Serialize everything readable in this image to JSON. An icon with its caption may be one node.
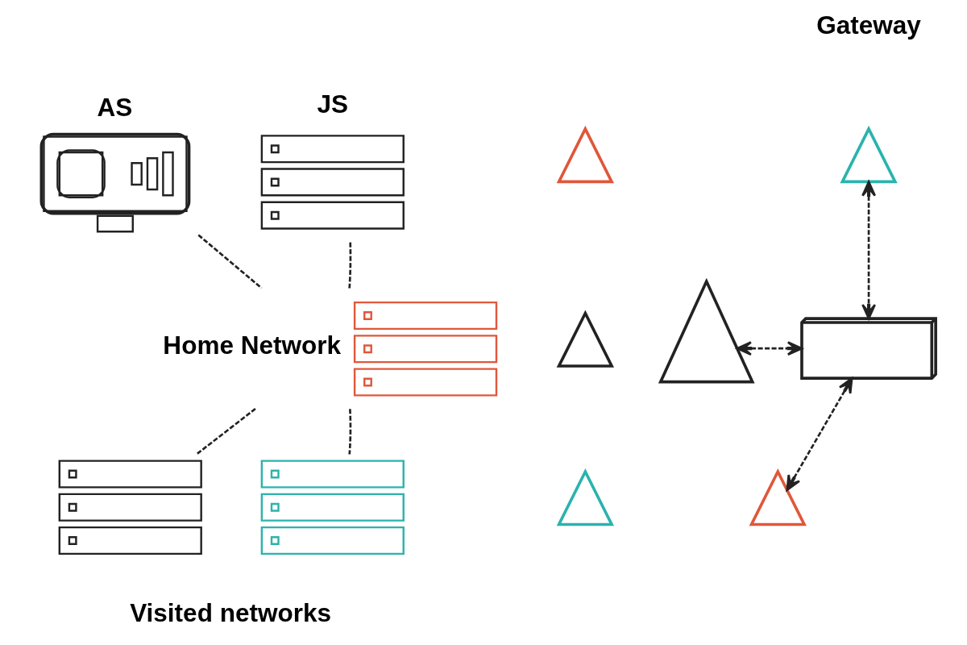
{
  "diagram": {
    "nodes": [
      {
        "text": [
          "AS"
        ]
      },
      {
        "text": [
          "JS"
        ]
      },
      {
        "text": [
          "Home Network"
        ]
      },
      {
        "text": [],
        "shape": "picture"
      },
      {
        "text": [],
        "shape": "picture"
      },
      {
        "text": [],
        "shape": "picture"
      },
      {
        "text": [],
        "shape": "picture"
      },
      {
        "text": [],
        "shape": "picture"
      },
      {
        "text": [],
        "shape": "picture"
      },
      {
        "text": [],
        "shape": "picture"
      },
      {
        "text": [],
        "shape": "picture"
      },
      {
        "text": [],
        "shape": "picture"
      }
    ],
    "edges": [
      {
        "from": 0,
        "to": 2,
        "arrow": "none",
        "style": "dashed"
      },
      {
        "from": 1,
        "to": 2,
        "arrow": "none",
        "style": "dashed"
      },
      {
        "from": 2,
        "to": 3,
        "arrow": "none",
        "style": "dashed"
      },
      {
        "from": 2,
        "to": 4,
        "arrow": "none",
        "style": "dashed"
      },
      {
        "from": 8,
        "to": 11,
        "arrow": "both",
        "style": "dashed"
      },
      {
        "from": 9,
        "to": 11,
        "arrow": "both",
        "style": "dashed"
      },
      {
        "from": 10,
        "to": 11,
        "arrow": "both",
        "style": "dashed"
      }
    ],
    "labels": [
      "Gateway",
      "Visited networks"
    ]
  }
}
